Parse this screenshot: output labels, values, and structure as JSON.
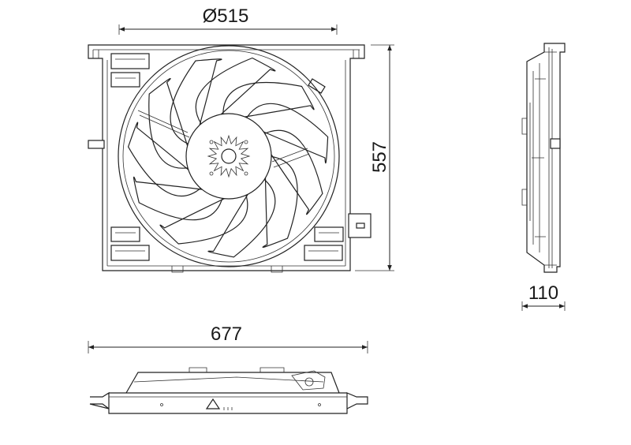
{
  "dimensions": {
    "diameter": "Ø515",
    "height": "557",
    "width": "677",
    "depth": "110"
  },
  "views": {
    "front": {
      "blade_count": 11
    },
    "side": {},
    "bottom": {}
  }
}
